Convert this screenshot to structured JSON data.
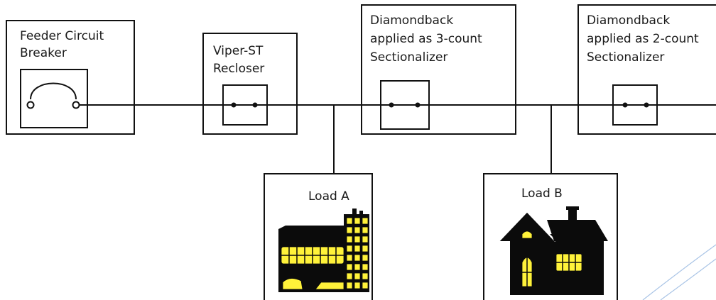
{
  "diagram": {
    "feeder_breaker": {
      "line1": "Feeder Circuit",
      "line2": "Breaker"
    },
    "viper_recloser": {
      "line1": "Viper-ST",
      "line2": "Recloser"
    },
    "sectionalizer_3": {
      "line1": "Diamondback",
      "line2": "applied as 3-count",
      "line3": "Sectionalizer"
    },
    "sectionalizer_2": {
      "line1": "Diamondback",
      "line2": "applied as 2-count",
      "line3": "Sectionalizer"
    },
    "load_a": {
      "label": "Load A"
    },
    "load_b": {
      "label": "Load B"
    }
  },
  "colors": {
    "line": "#111111",
    "window_light": "#fff23a",
    "building": "#0b0b0b",
    "accent_swoosh": "#a9c4e6"
  },
  "icons": [
    "breaker-symbol-icon",
    "switch-icon",
    "office-building-icon",
    "house-icon"
  ]
}
